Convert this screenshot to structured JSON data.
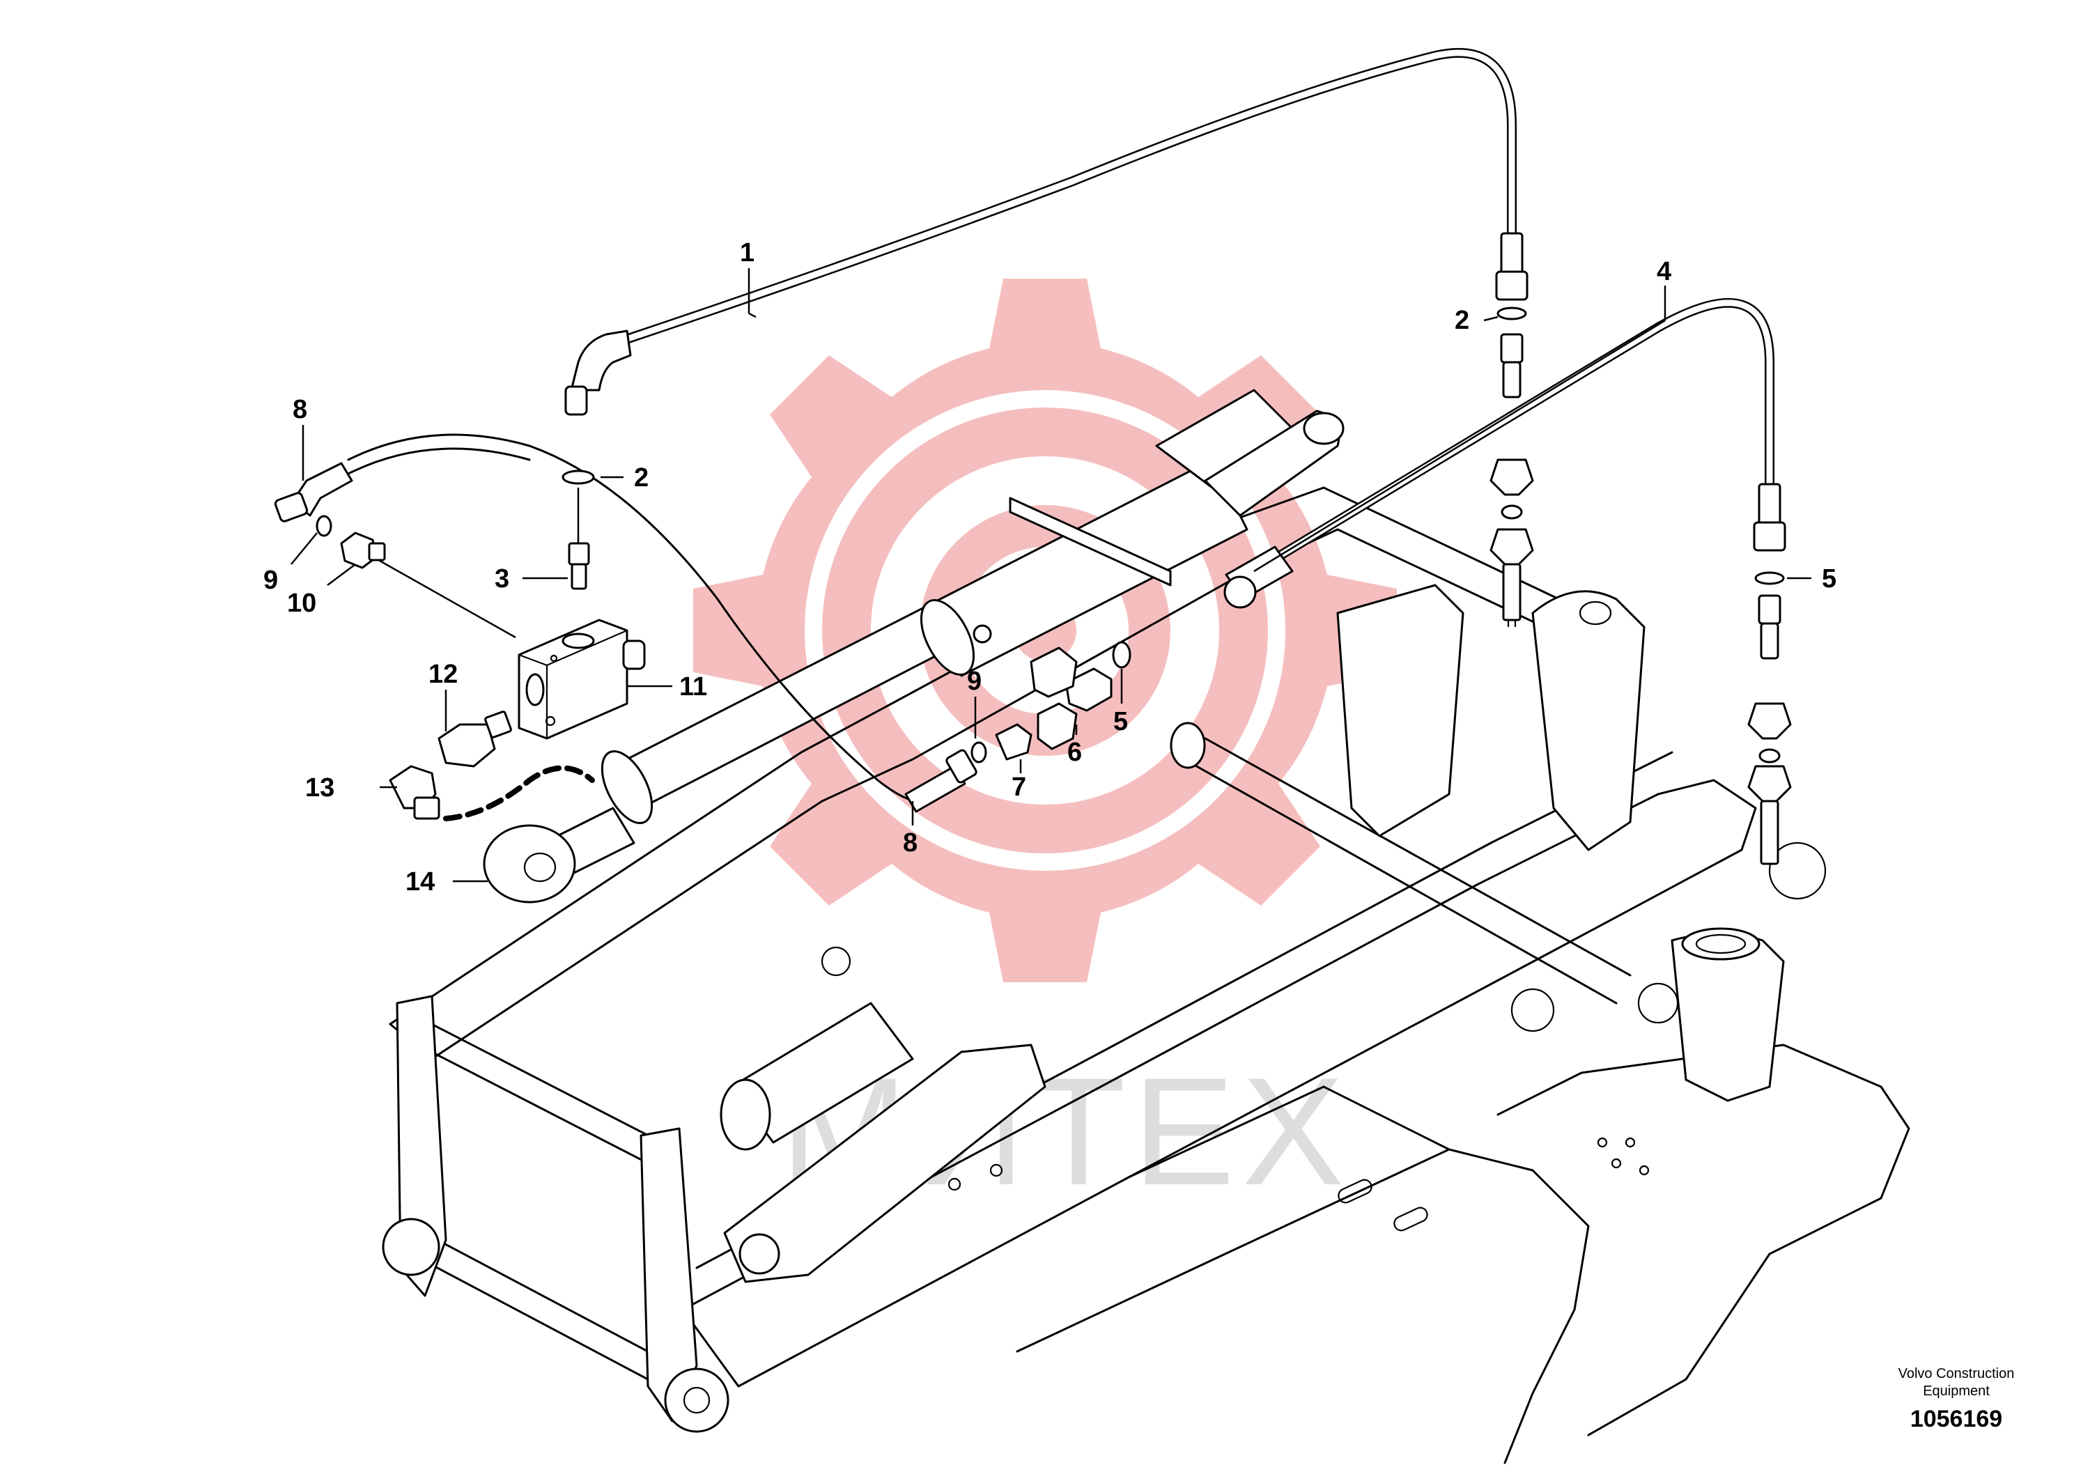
{
  "watermark": {
    "text": "МИТЕХ",
    "color": "#f4b3b3"
  },
  "callouts": [
    {
      "id": "c1",
      "label": "1"
    },
    {
      "id": "c2a",
      "label": "2"
    },
    {
      "id": "c2b",
      "label": "2"
    },
    {
      "id": "c3",
      "label": "3"
    },
    {
      "id": "c4",
      "label": "4"
    },
    {
      "id": "c5a",
      "label": "5"
    },
    {
      "id": "c5b",
      "label": "5"
    },
    {
      "id": "c6",
      "label": "6"
    },
    {
      "id": "c7",
      "label": "7"
    },
    {
      "id": "c8a",
      "label": "8"
    },
    {
      "id": "c8b",
      "label": "8"
    },
    {
      "id": "c9a",
      "label": "9"
    },
    {
      "id": "c9b",
      "label": "9"
    },
    {
      "id": "c10",
      "label": "10"
    },
    {
      "id": "c11",
      "label": "11"
    },
    {
      "id": "c12",
      "label": "12"
    },
    {
      "id": "c13",
      "label": "13"
    },
    {
      "id": "c14",
      "label": "14"
    }
  ],
  "footer": {
    "line1": "Volvo Construction",
    "line2": "Equipment",
    "drawing_number": "1056169"
  },
  "icons": {
    "watermark_logo": "gear-target-icon"
  }
}
